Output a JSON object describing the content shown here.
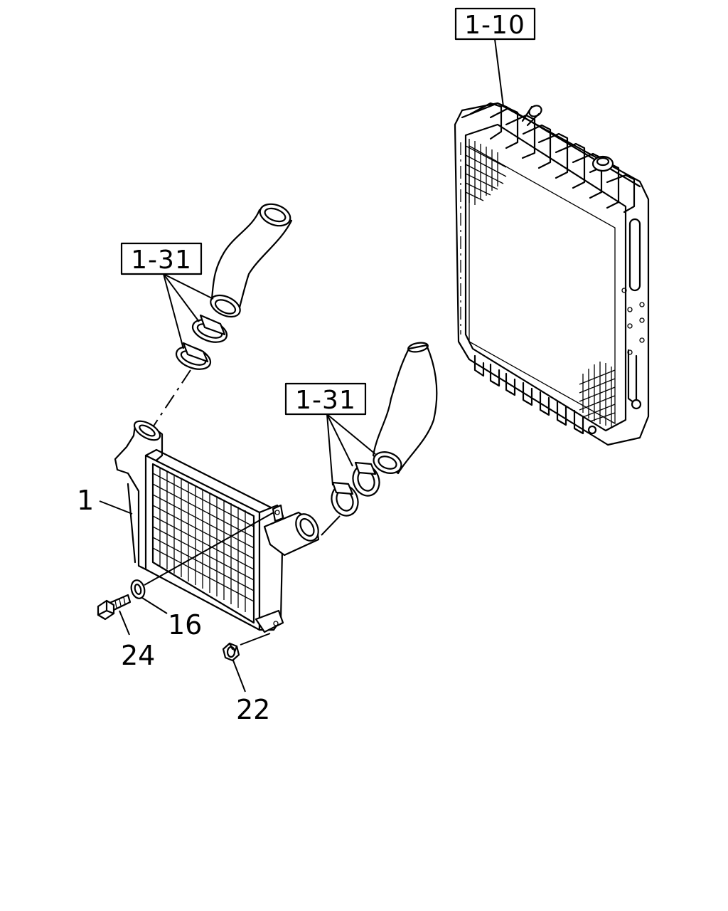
{
  "callouts": {
    "ref_radiator": "1-10",
    "ref_hose_upper": "1-31",
    "ref_hose_lower": "1-31",
    "part_intercooler": "1",
    "part_washer": "16",
    "part_bolt": "24",
    "part_nut": "22"
  }
}
